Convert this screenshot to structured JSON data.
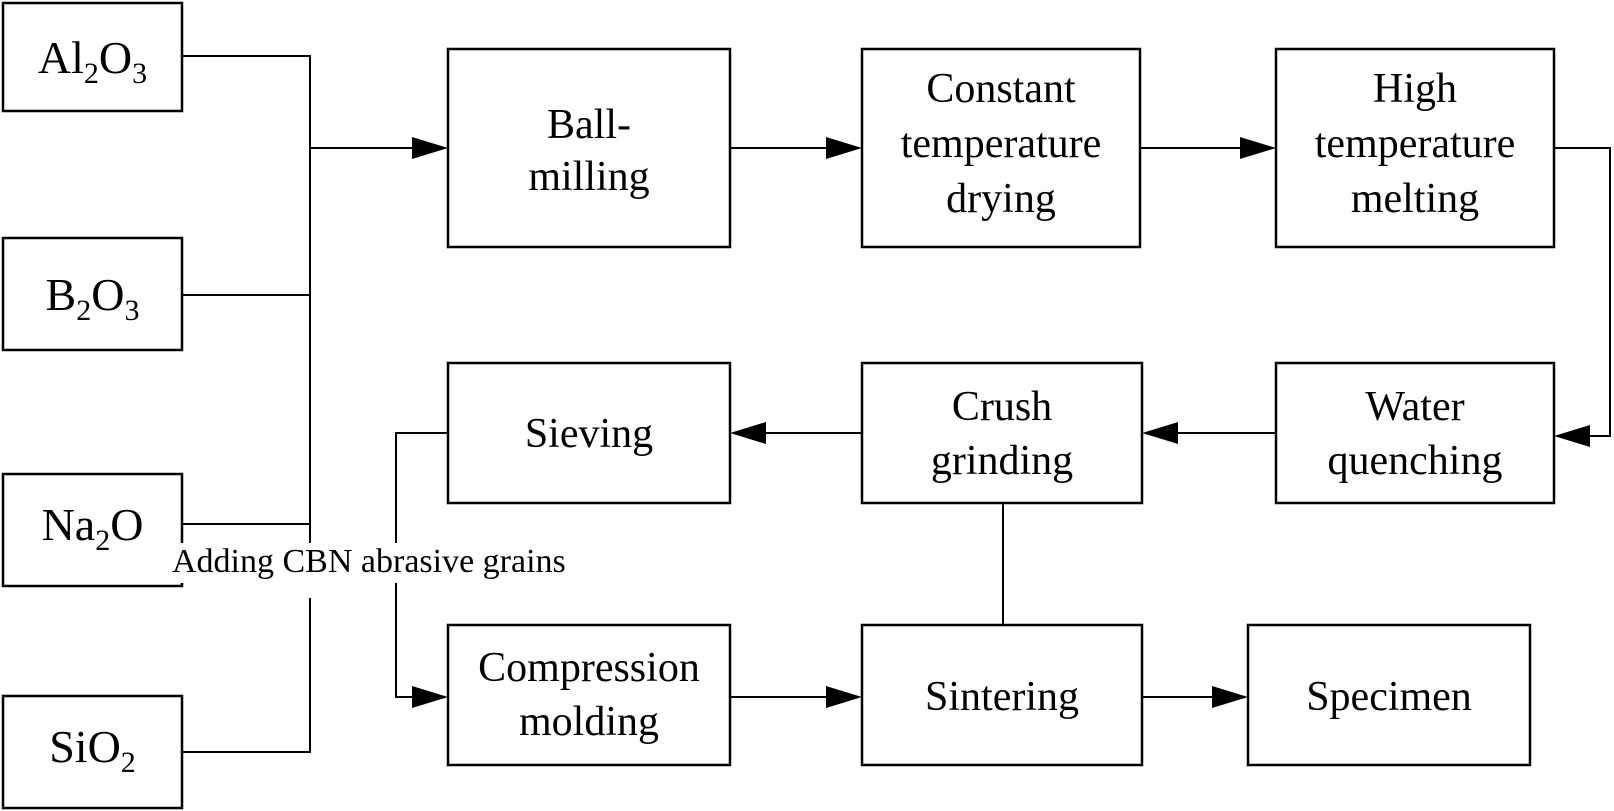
{
  "inputs": {
    "al2o3": {
      "parts": [
        "Al",
        "2",
        "O",
        "3"
      ]
    },
    "b2o3": {
      "parts": [
        "B",
        "2",
        "O",
        "3"
      ]
    },
    "na2o": {
      "parts": [
        "Na",
        "2",
        "O"
      ]
    },
    "sio2": {
      "parts": [
        "SiO",
        "2"
      ]
    }
  },
  "steps": {
    "ball_milling": [
      "Ball-",
      "milling"
    ],
    "drying": [
      "Constant",
      "temperature",
      "drying"
    ],
    "melting": [
      "High",
      "temperature",
      "melting"
    ],
    "water_quenching": [
      "Water",
      "quenching"
    ],
    "crush_grinding": [
      "Crush",
      "grinding"
    ],
    "sieving": [
      "Sieving"
    ],
    "compression_molding": [
      "Compression",
      "molding"
    ],
    "sintering": [
      "Sintering"
    ],
    "specimen": [
      "Specimen"
    ]
  },
  "annotation": "Adding CBN abrasive grains"
}
